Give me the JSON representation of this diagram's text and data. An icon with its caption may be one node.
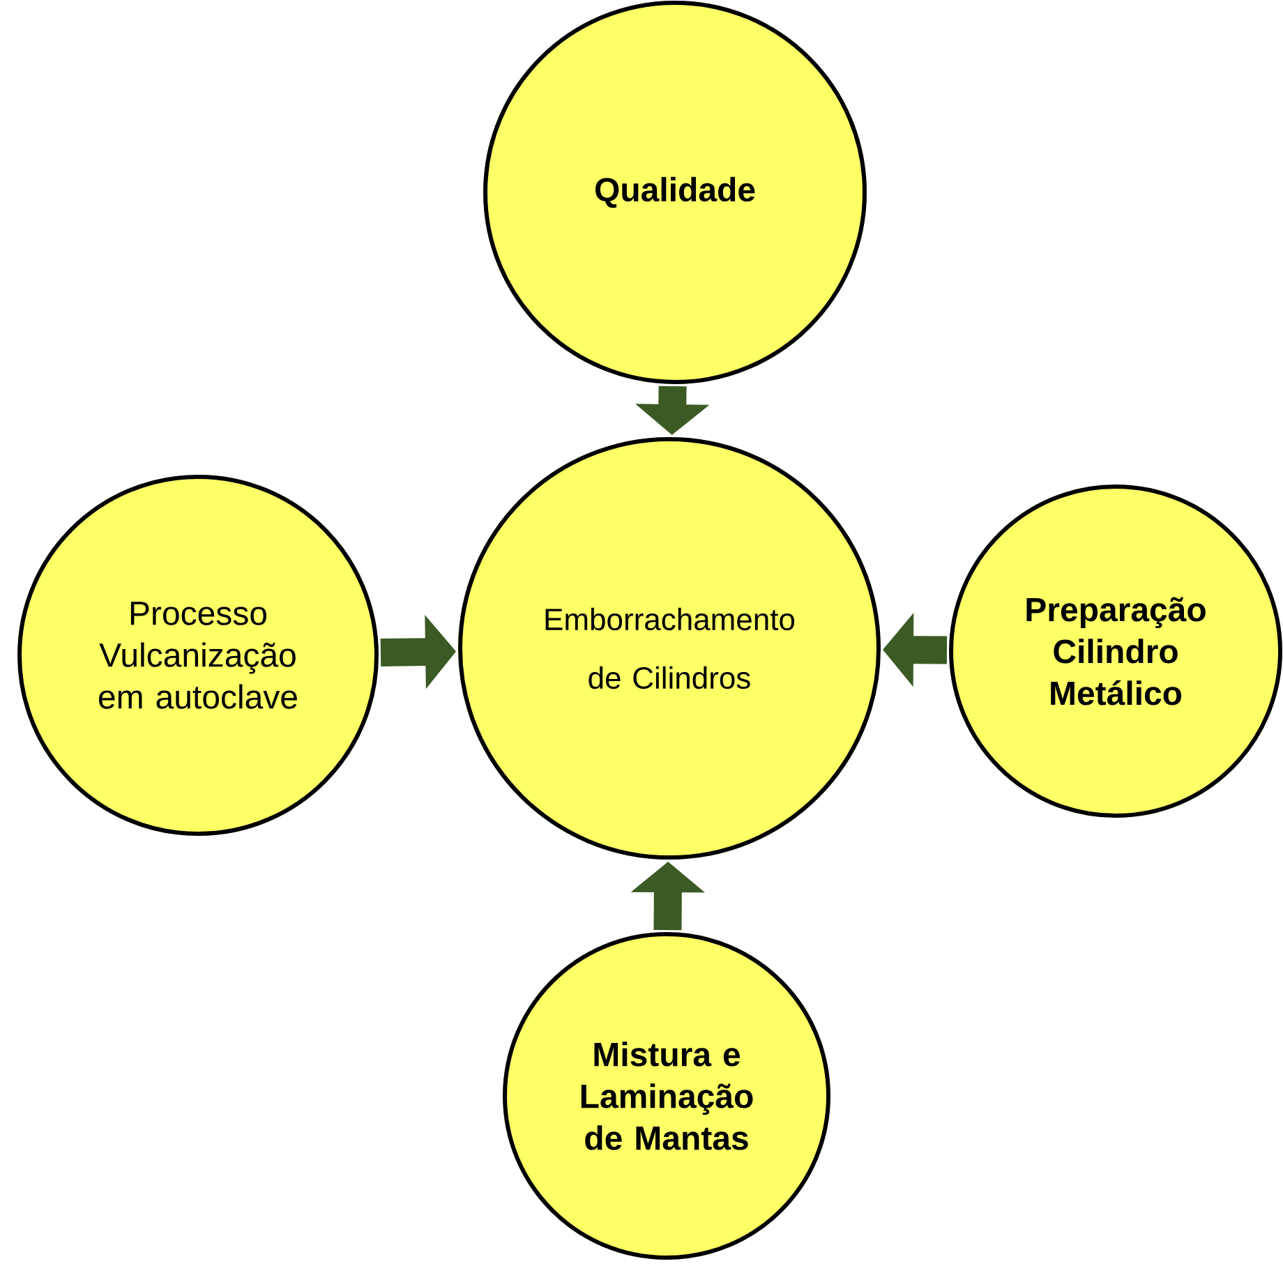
{
  "diagram": {
    "nodes": [
      {
        "text": [
          "Qualidade"
        ]
      },
      {
        "text": [
          "Processo Vulcanização em autoclave"
        ]
      },
      {
        "text": [
          "Emborrachamento de Cilindros"
        ]
      },
      {
        "text": [
          "Preparação Cilindro Metálico"
        ]
      },
      {
        "text": [
          "Mistura e Laminação de Mantas"
        ]
      }
    ],
    "edges": [
      {
        "from": 0,
        "to": 2,
        "arrow": "to"
      },
      {
        "from": 1,
        "to": 2,
        "arrow": "to"
      },
      {
        "from": 3,
        "to": 2,
        "arrow": "to"
      },
      {
        "from": 4,
        "to": 2,
        "arrow": "to"
      }
    ]
  }
}
